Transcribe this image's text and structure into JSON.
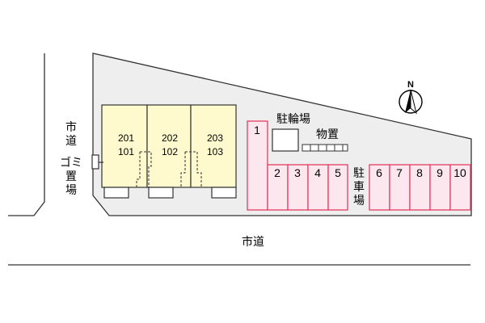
{
  "colors": {
    "lot_fill": "#eeeeee",
    "building_fill": "#fffacd",
    "parking_fill": "#fde7ee",
    "parking_stroke": "#e53c63",
    "line": "#333333"
  },
  "roads": {
    "west_label": "市道",
    "south_label": "市道"
  },
  "facilities": {
    "garbage_label": "ゴミ置場",
    "bicycle_label": "駐輪場",
    "storage_label": "物置",
    "parking_label": "駐車場"
  },
  "compass": {
    "label": "N",
    "icon": "north-arrow-icon"
  },
  "buildings": [
    {
      "upper": "201",
      "lower": "101"
    },
    {
      "upper": "202",
      "lower": "102"
    },
    {
      "upper": "203",
      "lower": "103"
    }
  ],
  "parking": {
    "left_group": [
      "1",
      "2",
      "3",
      "4",
      "5"
    ],
    "right_group": [
      "6",
      "7",
      "8",
      "9",
      "10"
    ]
  }
}
